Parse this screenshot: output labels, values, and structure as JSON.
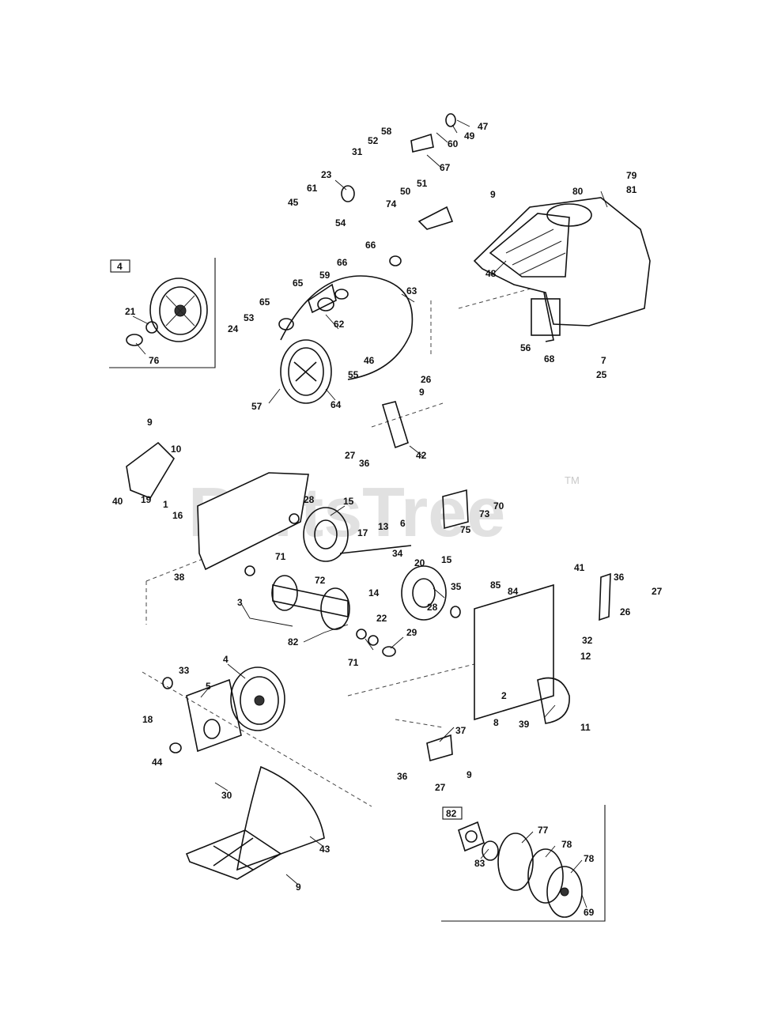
{
  "watermark": {
    "brand": "PartsTree",
    "trademark": "TM"
  },
  "inset_boxes": {
    "pulley_inset_label": "4",
    "drive_inset_label": "82"
  },
  "callouts": [
    {
      "label": "47"
    },
    {
      "label": "49"
    },
    {
      "label": "60"
    },
    {
      "label": "58"
    },
    {
      "label": "52"
    },
    {
      "label": "31"
    },
    {
      "label": "67"
    },
    {
      "label": "23"
    },
    {
      "label": "61"
    },
    {
      "label": "45"
    },
    {
      "label": "54"
    },
    {
      "label": "50"
    },
    {
      "label": "51"
    },
    {
      "label": "74"
    },
    {
      "label": "9"
    },
    {
      "label": "80"
    },
    {
      "label": "79"
    },
    {
      "label": "81"
    },
    {
      "label": "48"
    },
    {
      "label": "66"
    },
    {
      "label": "66"
    },
    {
      "label": "59"
    },
    {
      "label": "65"
    },
    {
      "label": "65"
    },
    {
      "label": "63"
    },
    {
      "label": "21"
    },
    {
      "label": "76"
    },
    {
      "label": "24"
    },
    {
      "label": "53"
    },
    {
      "label": "62"
    },
    {
      "label": "46"
    },
    {
      "label": "55"
    },
    {
      "label": "56"
    },
    {
      "label": "68"
    },
    {
      "label": "7"
    },
    {
      "label": "25"
    },
    {
      "label": "57"
    },
    {
      "label": "64"
    },
    {
      "label": "26"
    },
    {
      "label": "9"
    },
    {
      "label": "9"
    },
    {
      "label": "10"
    },
    {
      "label": "27"
    },
    {
      "label": "36"
    },
    {
      "label": "42"
    },
    {
      "label": "40"
    },
    {
      "label": "19"
    },
    {
      "label": "1"
    },
    {
      "label": "16"
    },
    {
      "label": "28"
    },
    {
      "label": "15"
    },
    {
      "label": "70"
    },
    {
      "label": "73"
    },
    {
      "label": "75"
    },
    {
      "label": "13"
    },
    {
      "label": "17"
    },
    {
      "label": "6"
    },
    {
      "label": "38"
    },
    {
      "label": "71"
    },
    {
      "label": "34"
    },
    {
      "label": "72"
    },
    {
      "label": "20"
    },
    {
      "label": "15"
    },
    {
      "label": "41"
    },
    {
      "label": "36"
    },
    {
      "label": "27"
    },
    {
      "label": "26"
    },
    {
      "label": "85"
    },
    {
      "label": "84"
    },
    {
      "label": "35"
    },
    {
      "label": "3"
    },
    {
      "label": "14"
    },
    {
      "label": "28"
    },
    {
      "label": "82"
    },
    {
      "label": "22"
    },
    {
      "label": "29"
    },
    {
      "label": "71"
    },
    {
      "label": "32"
    },
    {
      "label": "12"
    },
    {
      "label": "4"
    },
    {
      "label": "33"
    },
    {
      "label": "5"
    },
    {
      "label": "2"
    },
    {
      "label": "18"
    },
    {
      "label": "8"
    },
    {
      "label": "39"
    },
    {
      "label": "11"
    },
    {
      "label": "44"
    },
    {
      "label": "37"
    },
    {
      "label": "36"
    },
    {
      "label": "9"
    },
    {
      "label": "27"
    },
    {
      "label": "30"
    },
    {
      "label": "77"
    },
    {
      "label": "83"
    },
    {
      "label": "78"
    },
    {
      "label": "78"
    },
    {
      "label": "43"
    },
    {
      "label": "69"
    },
    {
      "label": "9"
    }
  ]
}
